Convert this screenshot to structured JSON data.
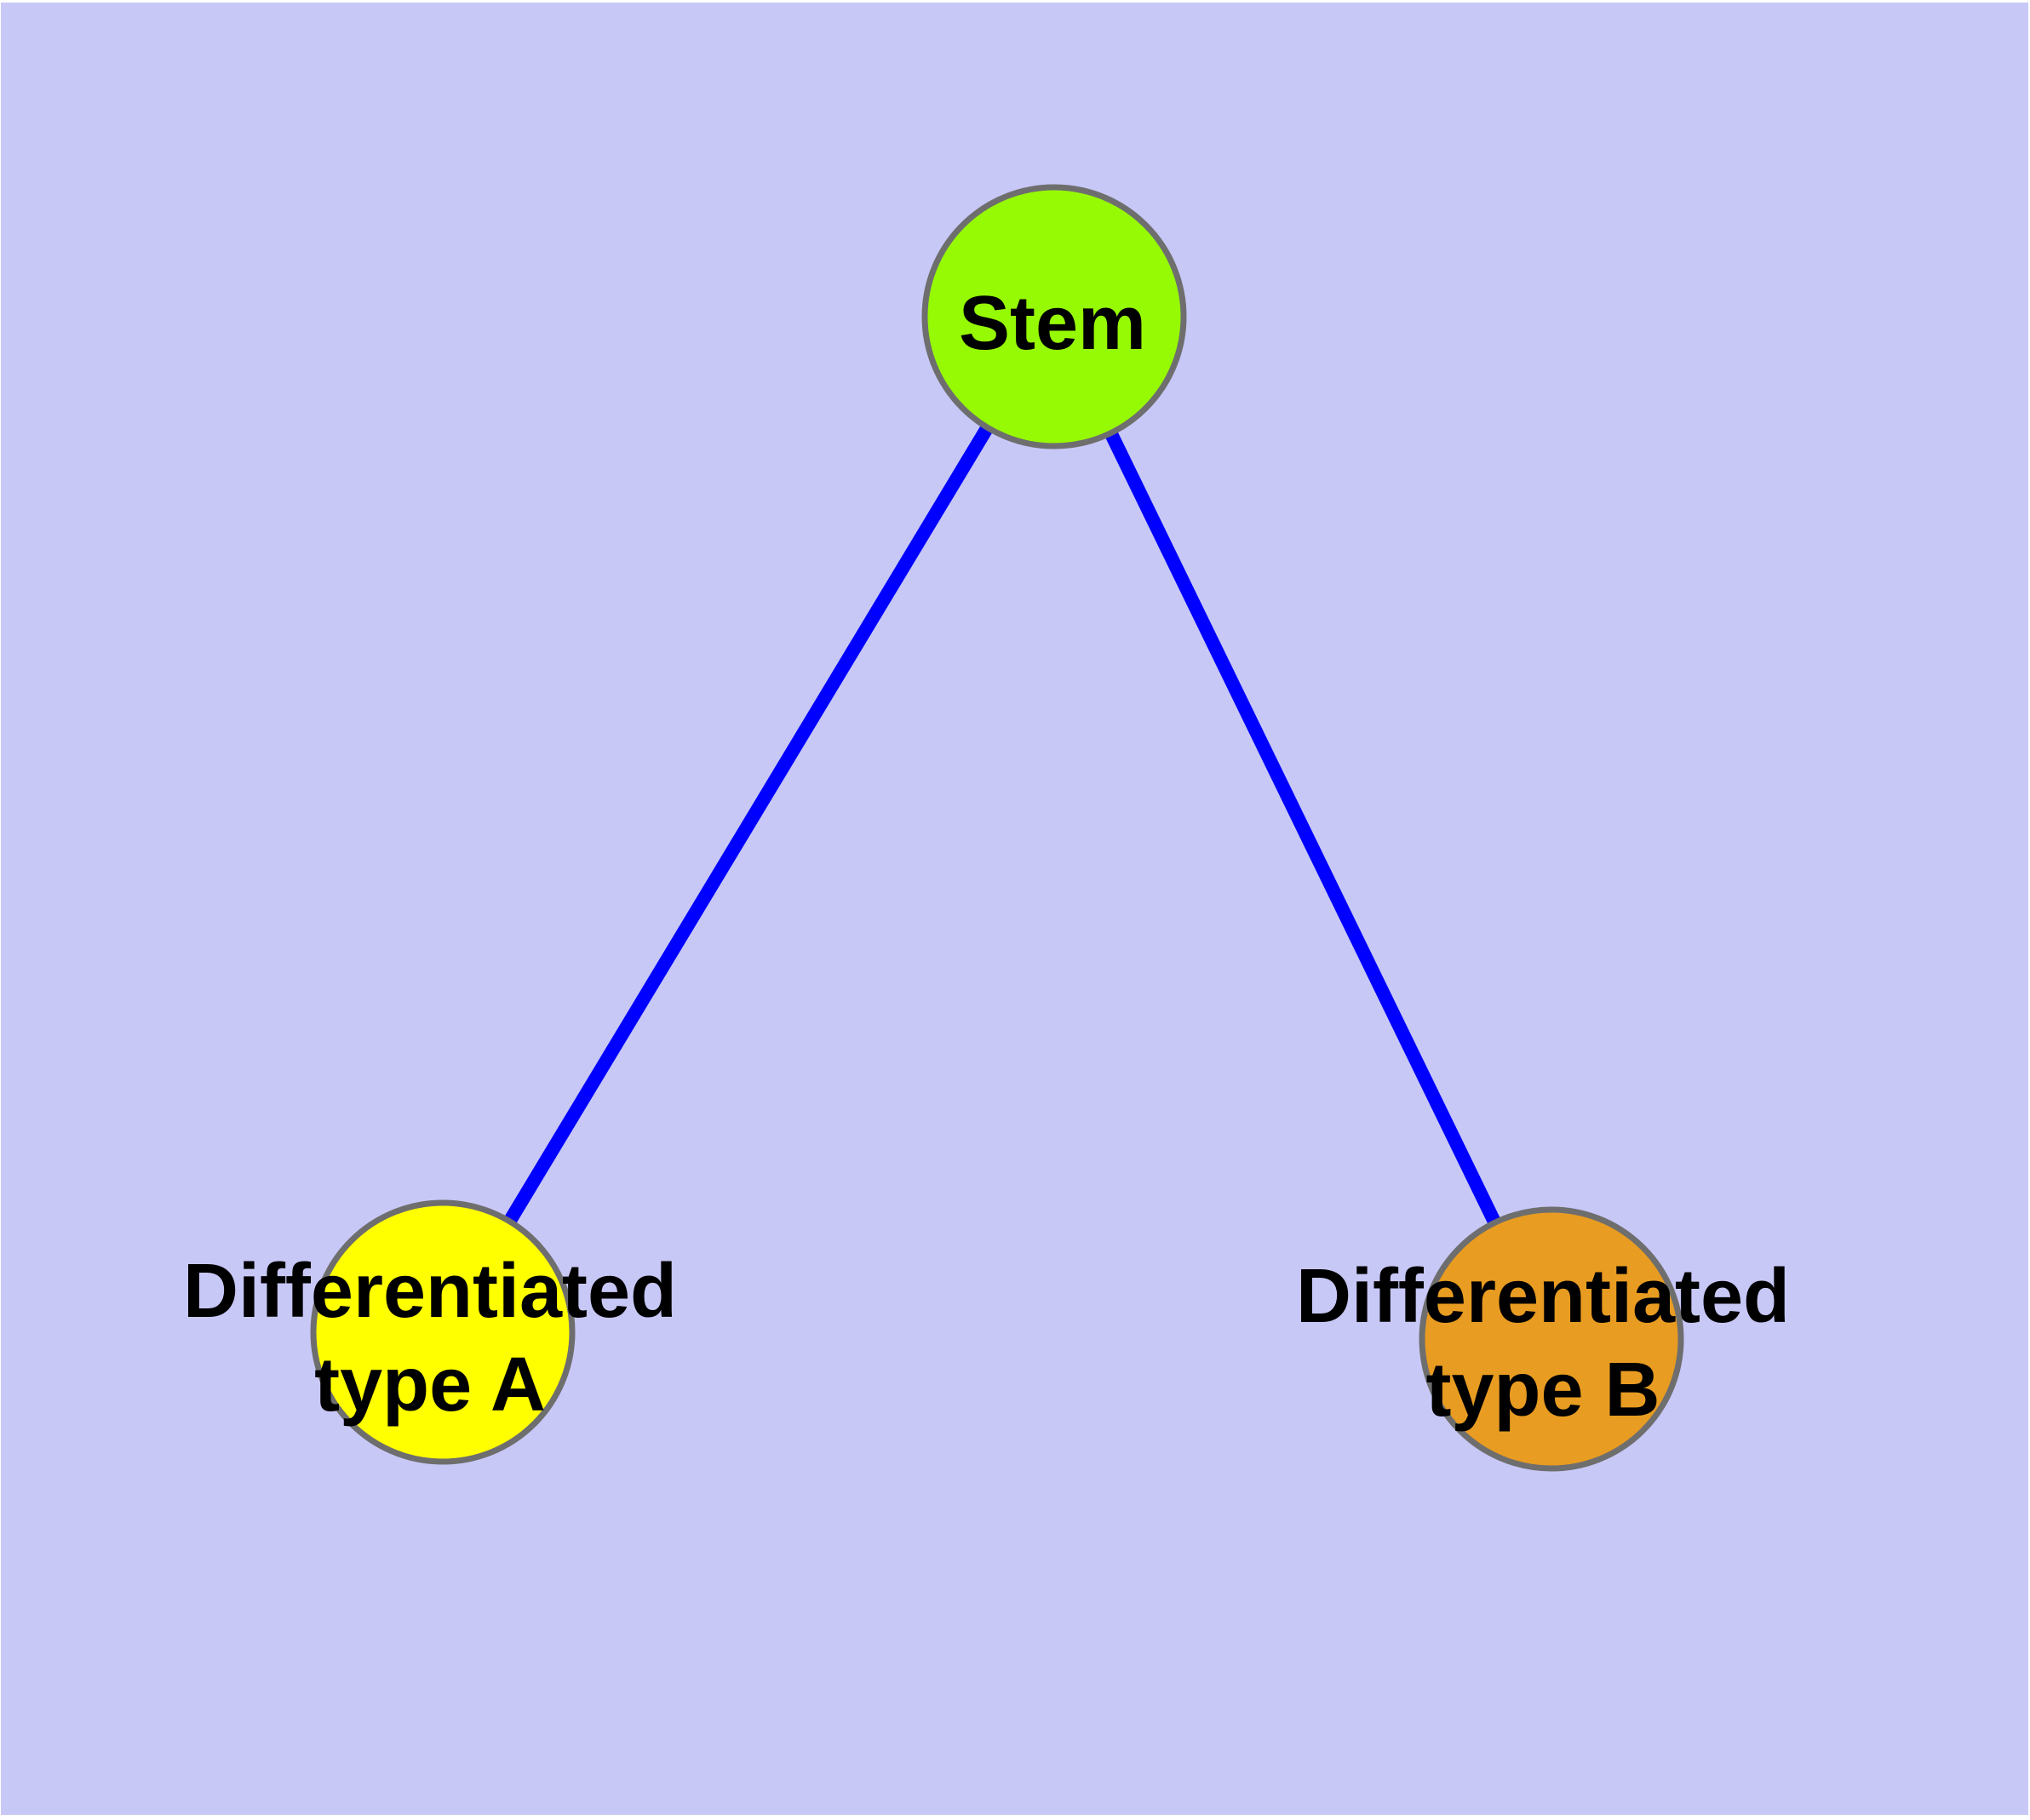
{
  "diagram": {
    "background_color": "#C8C8F7",
    "edge_color": "#0000FF",
    "node_border_color": "#6E6E6E",
    "text_color": "#000000",
    "nodes": [
      {
        "id": "stem",
        "label": "Stem",
        "fill": "#96FA05"
      },
      {
        "id": "differentiated-type-a",
        "label_line1": "Differentiated",
        "label_line2": "type A",
        "fill": "#FFFF00"
      },
      {
        "id": "differentiated-type-b",
        "label_line1": "Differentiated",
        "label_line2": "type B",
        "fill": "#E89C21"
      }
    ],
    "edges": [
      {
        "from": "stem",
        "to": "differentiated-type-a"
      },
      {
        "from": "stem",
        "to": "differentiated-type-b"
      }
    ]
  }
}
